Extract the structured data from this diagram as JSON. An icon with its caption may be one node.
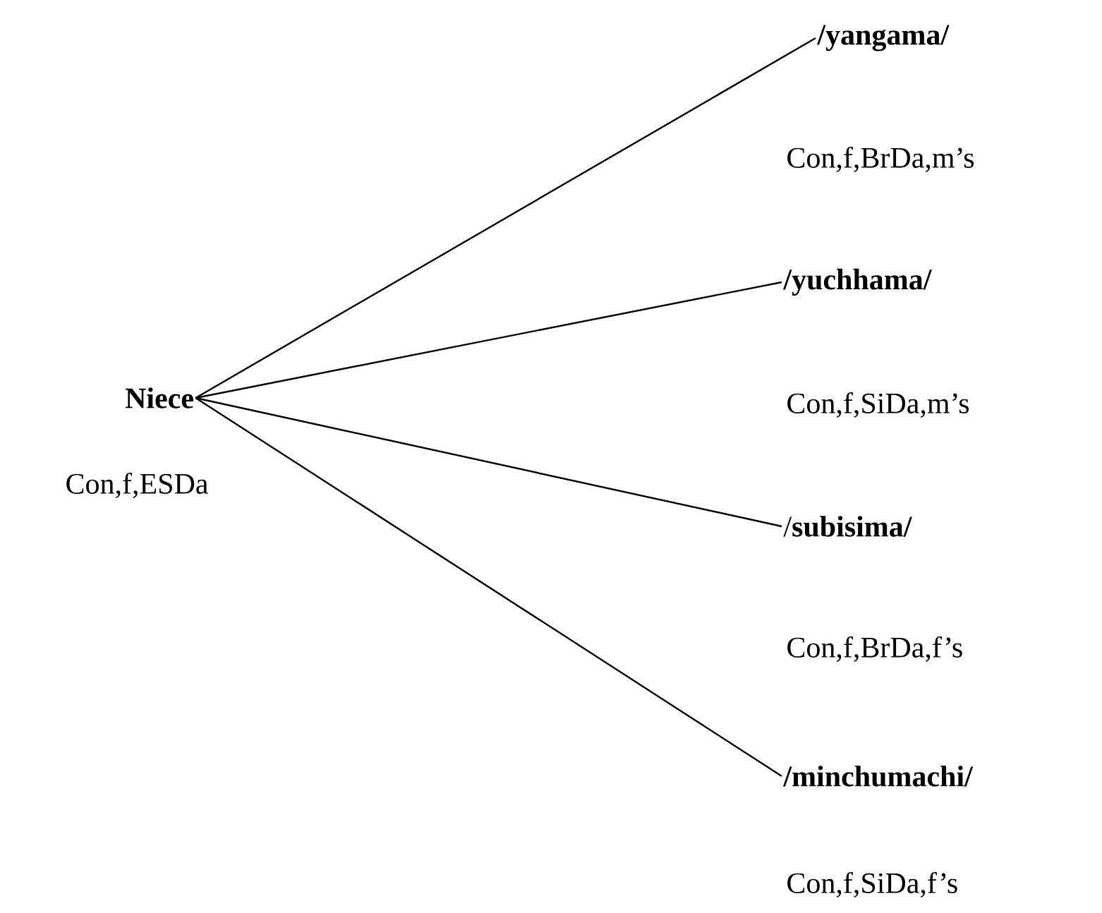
{
  "diagram": {
    "nodes": [
      {
        "text": [
          "Niece"
        ],
        "beside": [
          "Con,f,ESDa"
        ]
      },
      {
        "text": [
          "/yangama/"
        ],
        "beside": [
          "Con,f,BrDa,m’s"
        ]
      },
      {
        "text": [
          "/yuchhama/"
        ],
        "beside": [
          "Con,f,SiDa,m’s"
        ]
      },
      {
        "text": [
          "/**subisima/**"
        ],
        "beside": [
          "Con,f,BrDa,f’s"
        ]
      },
      {
        "text": [
          "/minchumachi/"
        ],
        "beside": [
          "Con,f,SiDa,f’s"
        ]
      }
    ],
    "edges": [
      {
        "from": 0,
        "to": 1,
        "arrow": "none"
      },
      {
        "from": 0,
        "to": 2,
        "arrow": "none"
      },
      {
        "from": 0,
        "to": 3,
        "arrow": "none"
      },
      {
        "from": 0,
        "to": 4,
        "arrow": "none"
      }
    ]
  }
}
